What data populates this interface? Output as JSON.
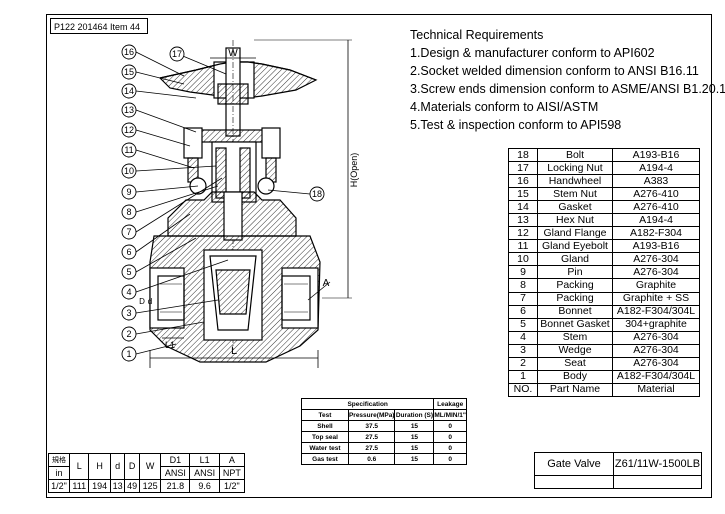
{
  "drawing_id": "P122 201464 Item 44",
  "requirements": {
    "heading": "Technical Requirements",
    "items": [
      "1.Design & manufacturer conform to API602",
      "2.Socket welded dimension conform to ANSI B16.11",
      "3.Screw ends dimension conform to ASME/ANSI B1.20.1",
      "4.Materials conform to AISI/ASTM",
      "5.Test & inspection conform to API598"
    ]
  },
  "parts": {
    "rows": [
      {
        "no": "18",
        "name": "Bolt",
        "material": "A193-B16"
      },
      {
        "no": "17",
        "name": "Locking Nut",
        "material": "A194-4"
      },
      {
        "no": "16",
        "name": "Handwheel",
        "material": "A383"
      },
      {
        "no": "15",
        "name": "Stem Nut",
        "material": "A276-410"
      },
      {
        "no": "14",
        "name": "Gasket",
        "material": "A276-410"
      },
      {
        "no": "13",
        "name": "Hex Nut",
        "material": "A194-4"
      },
      {
        "no": "12",
        "name": "Gland Flange",
        "material": "A182-F304"
      },
      {
        "no": "11",
        "name": "Gland Eyebolt",
        "material": "A193-B16"
      },
      {
        "no": "10",
        "name": "Gland",
        "material": "A276-304"
      },
      {
        "no": "9",
        "name": "Pin",
        "material": "A276-304"
      },
      {
        "no": "8",
        "name": "Packing",
        "material": "Graphite"
      },
      {
        "no": "7",
        "name": "Packing",
        "material": "Graphite + SS"
      },
      {
        "no": "6",
        "name": "Bonnet",
        "material": "A182-F304/304L"
      },
      {
        "no": "5",
        "name": "Bonnet Gasket",
        "material": "304+graphite"
      },
      {
        "no": "4",
        "name": "Stem",
        "material": "A276-304"
      },
      {
        "no": "3",
        "name": "Wedge",
        "material": "A276-304"
      },
      {
        "no": "2",
        "name": "Seat",
        "material": "A276-304"
      },
      {
        "no": "1",
        "name": "Body",
        "material": "A182-F304/304L"
      }
    ],
    "header": {
      "no": "NO.",
      "name": "Part Name",
      "material": "Material"
    }
  },
  "spec": {
    "group_spec": "Specification",
    "group_leak": "Leakage",
    "col_test": "Test",
    "col_pressure": "Pressure(MPa)",
    "col_duration": "Duration (S)",
    "col_leak": "ML/MIN/1\"",
    "rows": [
      {
        "test": "Shell",
        "pressure": "37.5",
        "duration": "15",
        "leak": "0"
      },
      {
        "test": "Top seal",
        "pressure": "27.5",
        "duration": "15",
        "leak": "0"
      },
      {
        "test": "Water test",
        "pressure": "27.5",
        "duration": "15",
        "leak": "0"
      },
      {
        "test": "Gas test",
        "pressure": "0.6",
        "duration": "15",
        "leak": "0"
      }
    ]
  },
  "dims": {
    "size_head": "規格",
    "unit": "in",
    "cols": [
      "L",
      "H",
      "d",
      "D",
      "W",
      "D1",
      "L1",
      "A"
    ],
    "sub": [
      "ANSI",
      "ANSI",
      "NPT"
    ],
    "values": [
      "1/2\"",
      "111",
      "194",
      "13",
      "49",
      "125",
      "21.8",
      "9.6",
      "1/2\""
    ]
  },
  "title": {
    "name": "Gate Valve",
    "model": "Z61/11W-1500LB"
  },
  "drawing": {
    "callouts": [
      "16",
      "15",
      "14",
      "13",
      "12",
      "11",
      "10",
      "9",
      "8",
      "7",
      "6",
      "5",
      "4",
      "3",
      "2",
      "1"
    ],
    "callout_17": "17",
    "callout_18": "18",
    "label_W": "W",
    "label_H": "H(Open)",
    "label_A": "A",
    "label_L": "L",
    "label_L1": "L1",
    "label_d": "d",
    "label_D": "D"
  }
}
